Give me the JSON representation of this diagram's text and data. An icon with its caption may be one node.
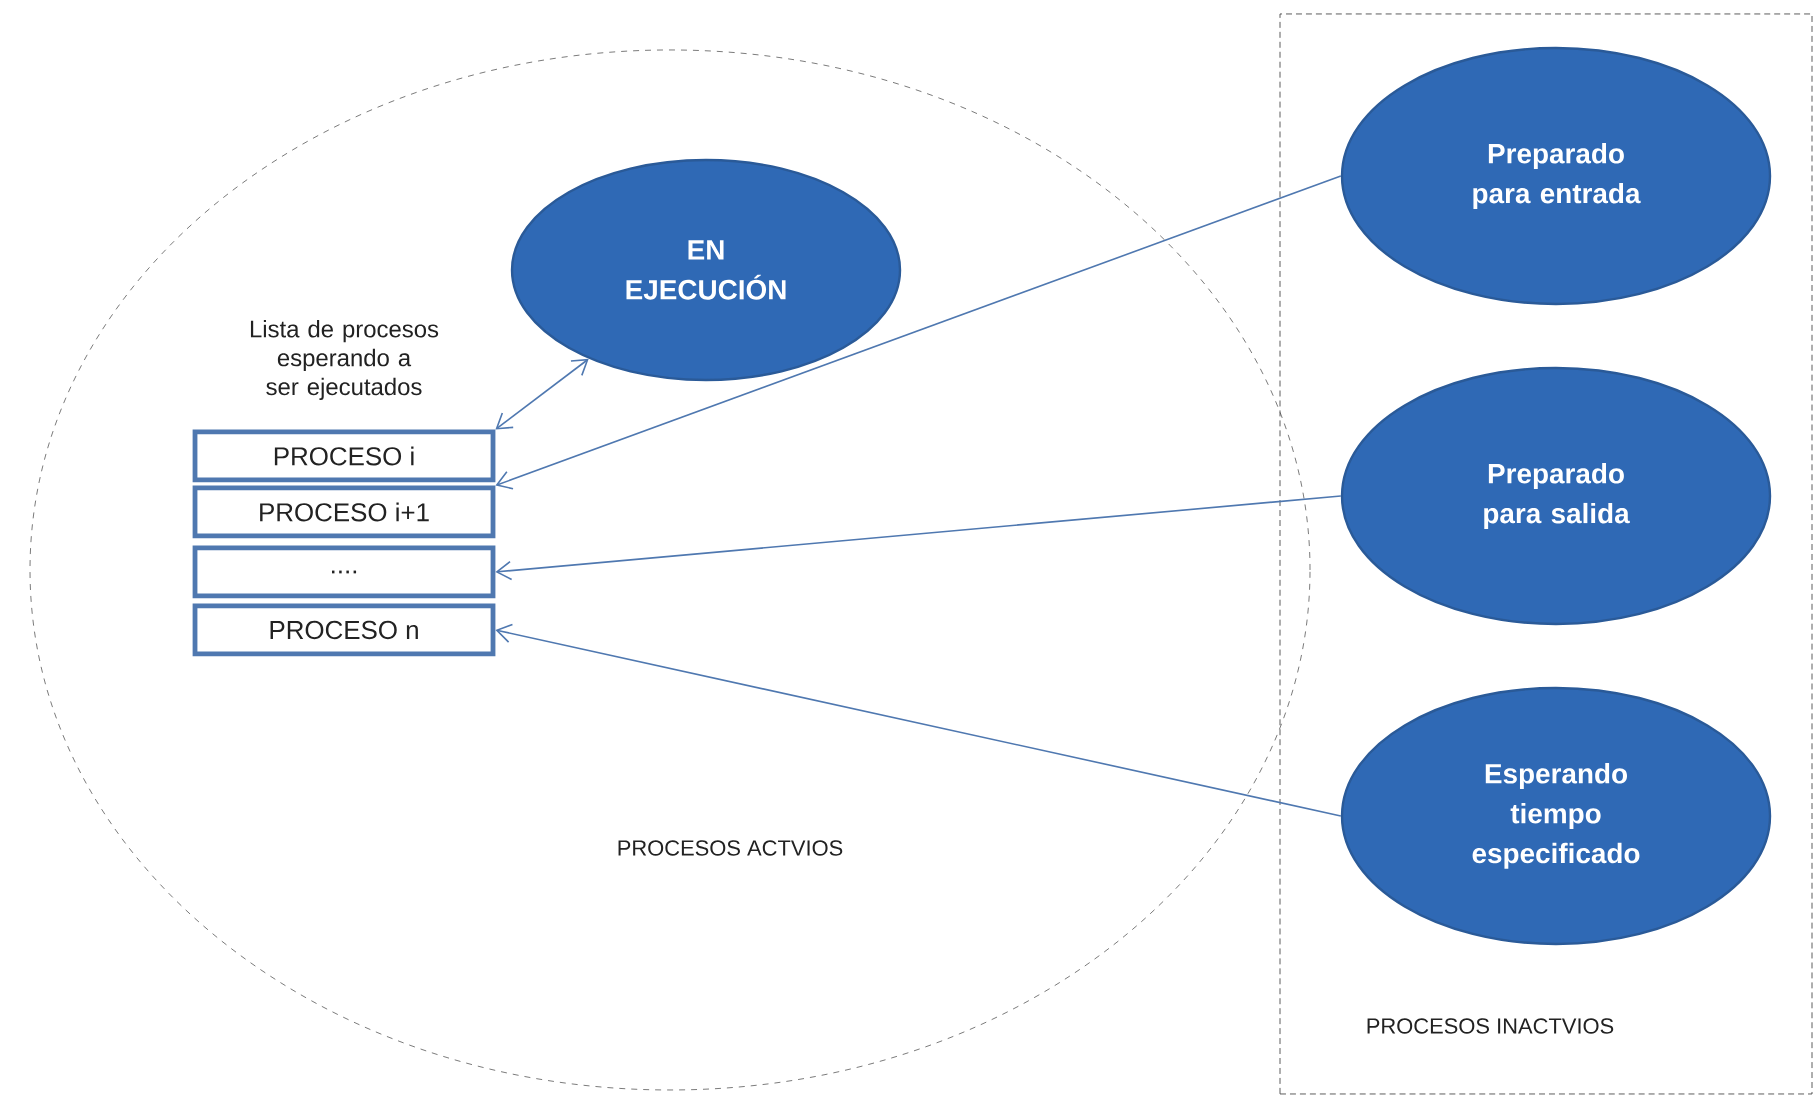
{
  "diagram": {
    "nodes": [
      {
        "text": [
          "PROCESOS ACTVIOS"
        ]
      },
      {
        "text": [
          "EN EJECUCIÓN"
        ],
        "in": 0
      },
      {
        "text": [
          "PROCESO i"
        ],
        "in": 0
      },
      {
        "text": [
          "PROCESO i+1"
        ],
        "in": 0
      },
      {
        "text": [
          "...."
        ],
        "in": 0
      },
      {
        "text": [
          "PROCESO n"
        ],
        "in": 0
      },
      {
        "text": [
          "PROCESOS INACTVIOS"
        ]
      },
      {
        "text": [
          "Preparado para entrada"
        ],
        "in": 6
      },
      {
        "text": [
          "Preparado para salida"
        ],
        "in": 6
      },
      {
        "text": [
          "Esperando tiempo especificado"
        ],
        "in": 6
      }
    ],
    "edges": [
      {
        "from": 2,
        "to": 1,
        "arrow": "both"
      },
      {
        "from": 7,
        "to": 3,
        "arrow": "to"
      },
      {
        "from": 8,
        "to": 4,
        "arrow": "to"
      },
      {
        "from": 9,
        "to": 5,
        "arrow": "to"
      }
    ],
    "labels": [
      "Lista de procesos esperando a ser ejecutados"
    ]
  }
}
